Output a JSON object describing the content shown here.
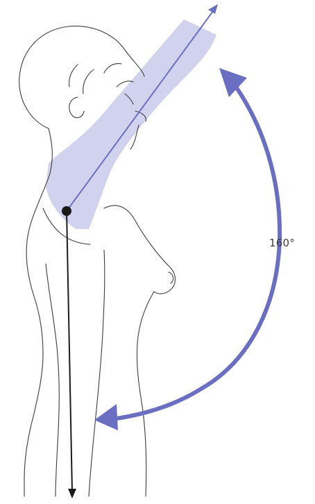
{
  "figure": {
    "angle_label": "160°",
    "colors": {
      "arm_fill": "#c9cbeb",
      "arm_axis": "#6a6fc2",
      "arc_arrow": "#6a6fc2",
      "outline": "#3b3b3b",
      "vertical_axis": "#1a1a1a"
    },
    "elements": [
      "body-outline",
      "raised-arm-highlight",
      "arm-axis-arrow",
      "vertical-axis-arrow",
      "shoulder-pivot-dot",
      "range-arc-arrow"
    ]
  }
}
